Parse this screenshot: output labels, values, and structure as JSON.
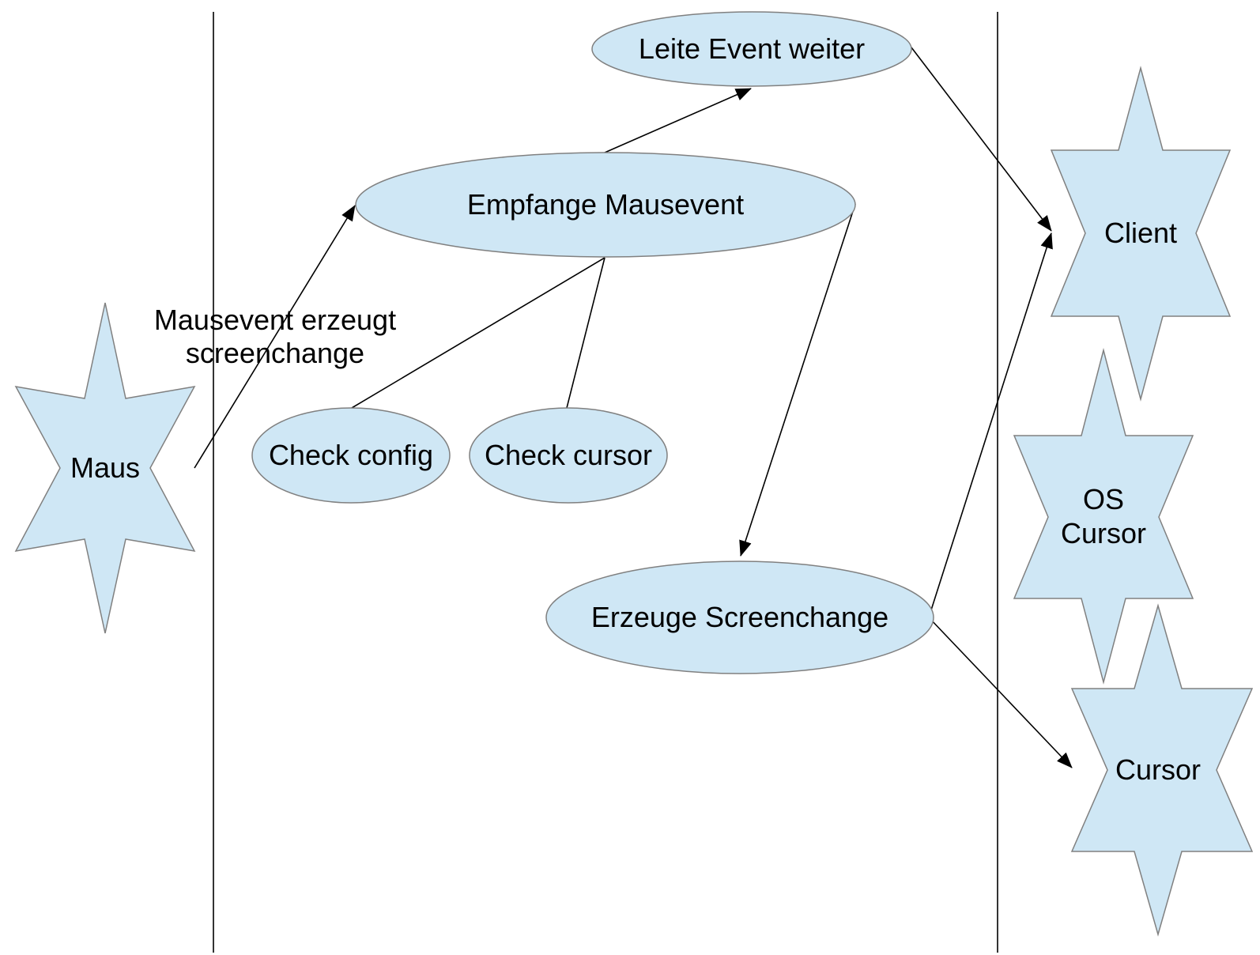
{
  "actors": {
    "maus": {
      "label": "Maus"
    },
    "client": {
      "label": "Client"
    },
    "os_cursor": {
      "label_lines": [
        "OS",
        "Cursor"
      ]
    },
    "cursor": {
      "label": "Cursor"
    }
  },
  "use_cases": {
    "leite_event": {
      "label": "Leite Event weiter"
    },
    "empfange": {
      "label": "Empfange Mausevent"
    },
    "check_config": {
      "label": "Check config"
    },
    "check_cursor": {
      "label": "Check cursor"
    },
    "erzeuge": {
      "label": "Erzeuge Screenchange"
    }
  },
  "annotation": {
    "lines": [
      "Mausevent erzeugt",
      "screenchange"
    ]
  },
  "colors": {
    "shape_fill": "#cfe7f5",
    "shape_stroke": "#808080",
    "line": "#000000"
  }
}
